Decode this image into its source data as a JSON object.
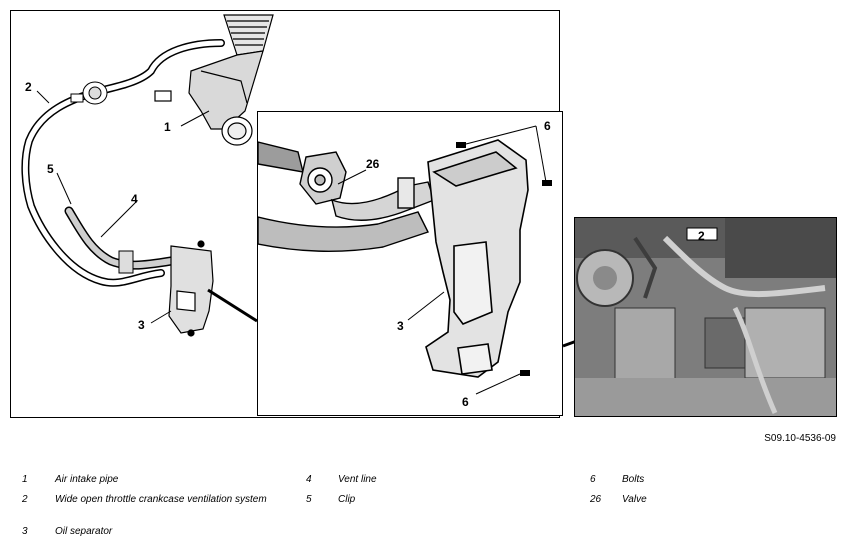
{
  "callouts": {
    "main_1": "1",
    "main_2": "2",
    "main_3": "3",
    "main_4": "4",
    "main_5": "5",
    "inset_6_top": "6",
    "inset_26": "26",
    "inset_3": "3",
    "inset_6_bottom": "6",
    "photo_2": "2"
  },
  "figure_reference": "S09.10-4536-09",
  "legend": [
    {
      "number": "1",
      "text": "Air intake pipe"
    },
    {
      "number": "2",
      "text": "Wide open throttle crankcase ventilation system"
    },
    {
      "number": "3",
      "text": "Oil separator"
    },
    {
      "number": "4",
      "text": "Vent line"
    },
    {
      "number": "5",
      "text": "Clip"
    },
    {
      "number": "6",
      "text": "Bolts"
    },
    {
      "number": "26",
      "text": "Valve"
    }
  ]
}
